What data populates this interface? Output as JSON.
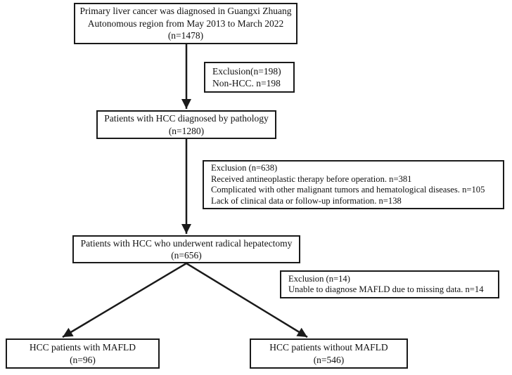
{
  "figure": {
    "type": "flowchart",
    "background_color": "#ffffff",
    "line_color": "#1a1a1a",
    "text_color": "#111111"
  },
  "nodes": {
    "primary": {
      "lines": [
        "Primary liver cancer was diagnosed in Guangxi Zhuang",
        "Autonomous region from May 2013 to March 2022",
        "(n=1478)"
      ]
    },
    "exclusion1": {
      "lines": [
        "Exclusion(n=198)",
        "Non-HCC. n=198"
      ]
    },
    "pathology": {
      "lines": [
        "Patients with HCC diagnosed by pathology",
        "(n=1280)"
      ]
    },
    "exclusion2": {
      "lines": [
        "Exclusion (n=638)",
        "Received antineoplastic therapy before operation. n=381",
        "Complicated with other malignant tumors and hematological diseases. n=105",
        "Lack of clinical data or follow-up information. n=138"
      ]
    },
    "hepatectomy": {
      "lines": [
        "Patients with HCC who underwent radical hepatectomy",
        "(n=656)"
      ]
    },
    "exclusion3": {
      "lines": [
        "Exclusion (n=14)",
        "Unable to diagnose MAFLD due to missing data. n=14"
      ]
    },
    "mafld": {
      "lines": [
        "HCC patients with MAFLD",
        "(n=96)"
      ]
    },
    "no_mafld": {
      "lines": [
        "HCC patients without MAFLD",
        "(n=546)"
      ]
    }
  },
  "edges": [
    {
      "from": "primary",
      "to": "pathology"
    },
    {
      "from": "pathology",
      "to": "hepatectomy"
    },
    {
      "from": "hepatectomy",
      "to": "mafld"
    },
    {
      "from": "hepatectomy",
      "to": "no_mafld"
    }
  ]
}
